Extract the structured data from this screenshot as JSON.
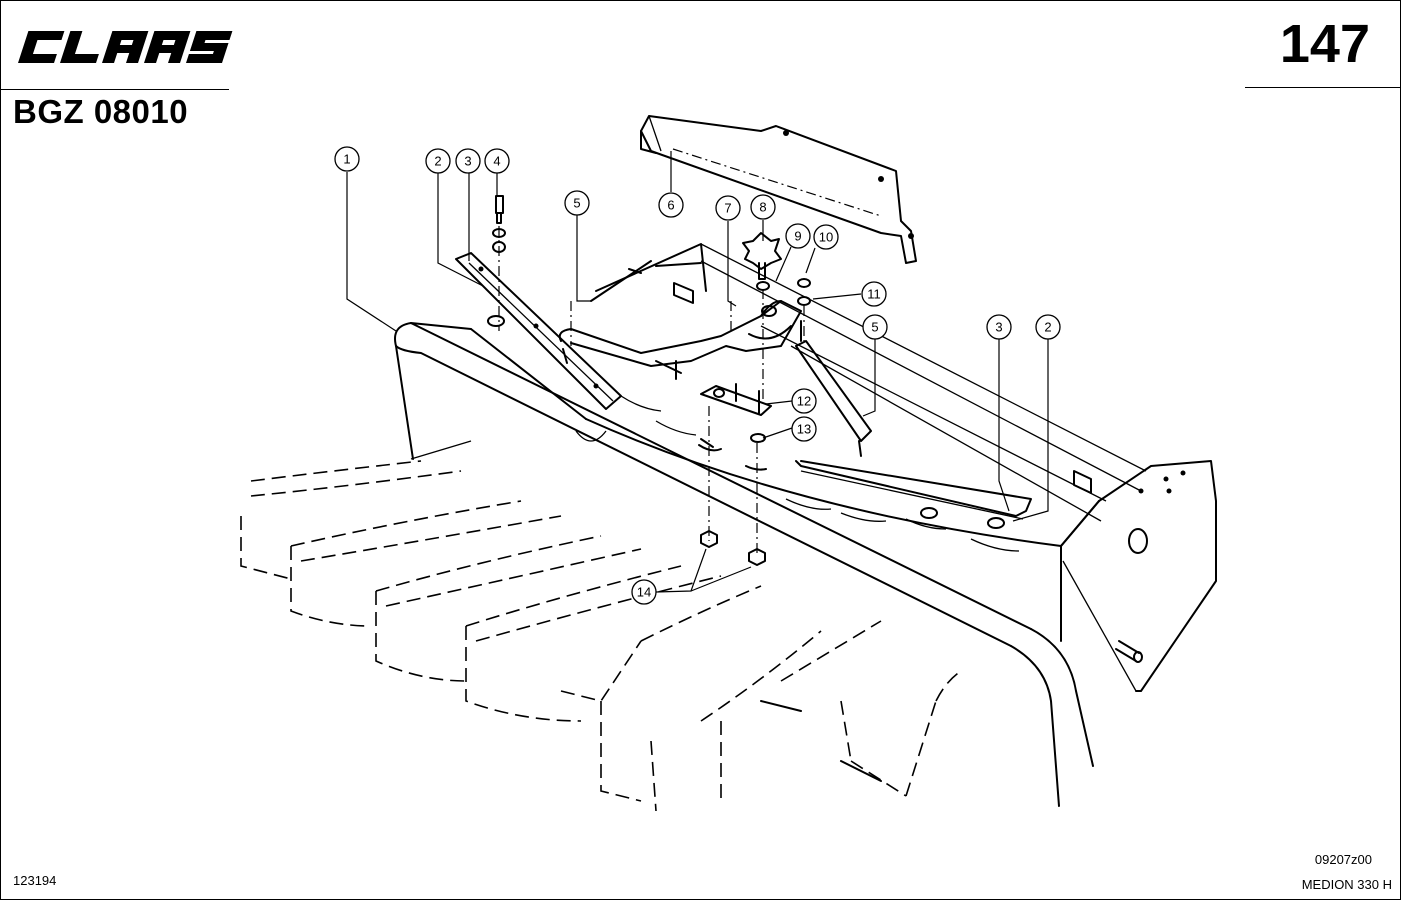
{
  "header": {
    "brand": "CLAAS",
    "doc_code": "BGZ 08010",
    "page_number": "147"
  },
  "footer": {
    "left_code": "123194",
    "drawing_code": "09207z00",
    "model": "MEDION 330 H"
  },
  "callouts": [
    {
      "id": "c1",
      "label": "1"
    },
    {
      "id": "c2a",
      "label": "2"
    },
    {
      "id": "c3a",
      "label": "3"
    },
    {
      "id": "c4",
      "label": "4"
    },
    {
      "id": "c5a",
      "label": "5"
    },
    {
      "id": "c6",
      "label": "6"
    },
    {
      "id": "c7",
      "label": "7"
    },
    {
      "id": "c8",
      "label": "8"
    },
    {
      "id": "c9",
      "label": "9"
    },
    {
      "id": "c10",
      "label": "10"
    },
    {
      "id": "c11",
      "label": "11"
    },
    {
      "id": "c5b",
      "label": "5"
    },
    {
      "id": "c3b",
      "label": "3"
    },
    {
      "id": "c2b",
      "label": "2"
    },
    {
      "id": "c12",
      "label": "12"
    },
    {
      "id": "c13",
      "label": "13"
    },
    {
      "id": "c14",
      "label": "14"
    }
  ]
}
